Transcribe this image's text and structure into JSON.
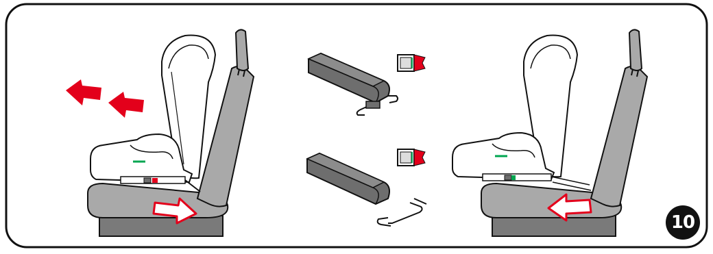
{
  "diagram": {
    "step_number": "10",
    "colors": {
      "frame": "#111111",
      "vehicle_seat": "#a9a9a9",
      "vehicle_seat_dark": "#8c8c8c",
      "seat_base": "#7a7a7a",
      "booster_shell": "#ffffff",
      "connector_bar": "#6e6e6e",
      "arrow_red": "#e3001b",
      "indicator_green": "#00a650",
      "indicator_red": "#e3001b"
    },
    "panels": [
      {
        "id": "before",
        "arrows": [
          "red-arrow-forward",
          "red-arrow-forward",
          "push-arrow-backward"
        ]
      },
      {
        "id": "connectors",
        "indicators": [
          "isofix-indicator-red",
          "isofix-indicator-red"
        ]
      },
      {
        "id": "after",
        "arrows": [
          "push-arrow-forward"
        ]
      }
    ]
  }
}
